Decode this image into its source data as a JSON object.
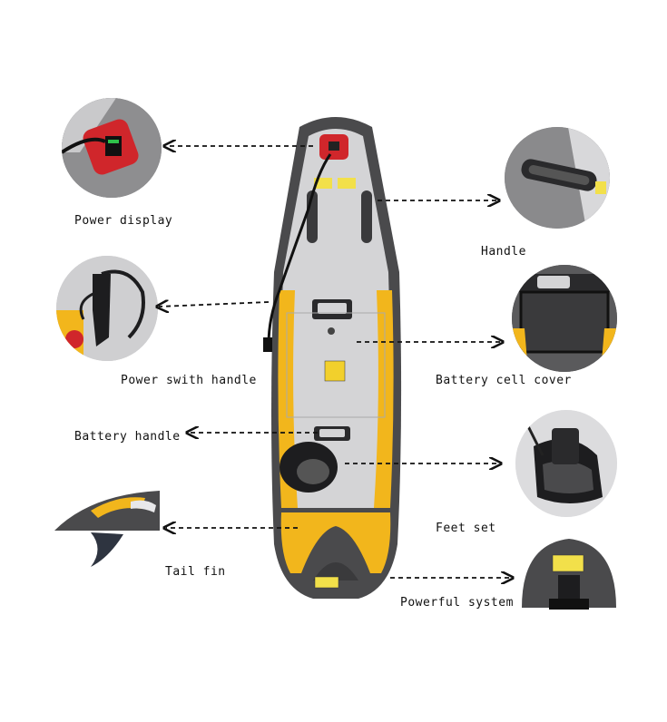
{
  "labels": {
    "power_display": "Power display",
    "handle": "Handle",
    "power_switch_handle": "Power swith handle",
    "battery_cell_cover": "Battery cell cover",
    "battery_handle": "Battery handle",
    "feet_set": "Feet set",
    "tail_fin": "Tail fin",
    "powerful_system": "Powerful system"
  },
  "colors": {
    "board_foam": "#4a4a4c",
    "deck_grey": "#d4d4d6",
    "accent_yellow": "#f2b61c",
    "display_red": "#d0262b",
    "arrow": "#111111"
  }
}
